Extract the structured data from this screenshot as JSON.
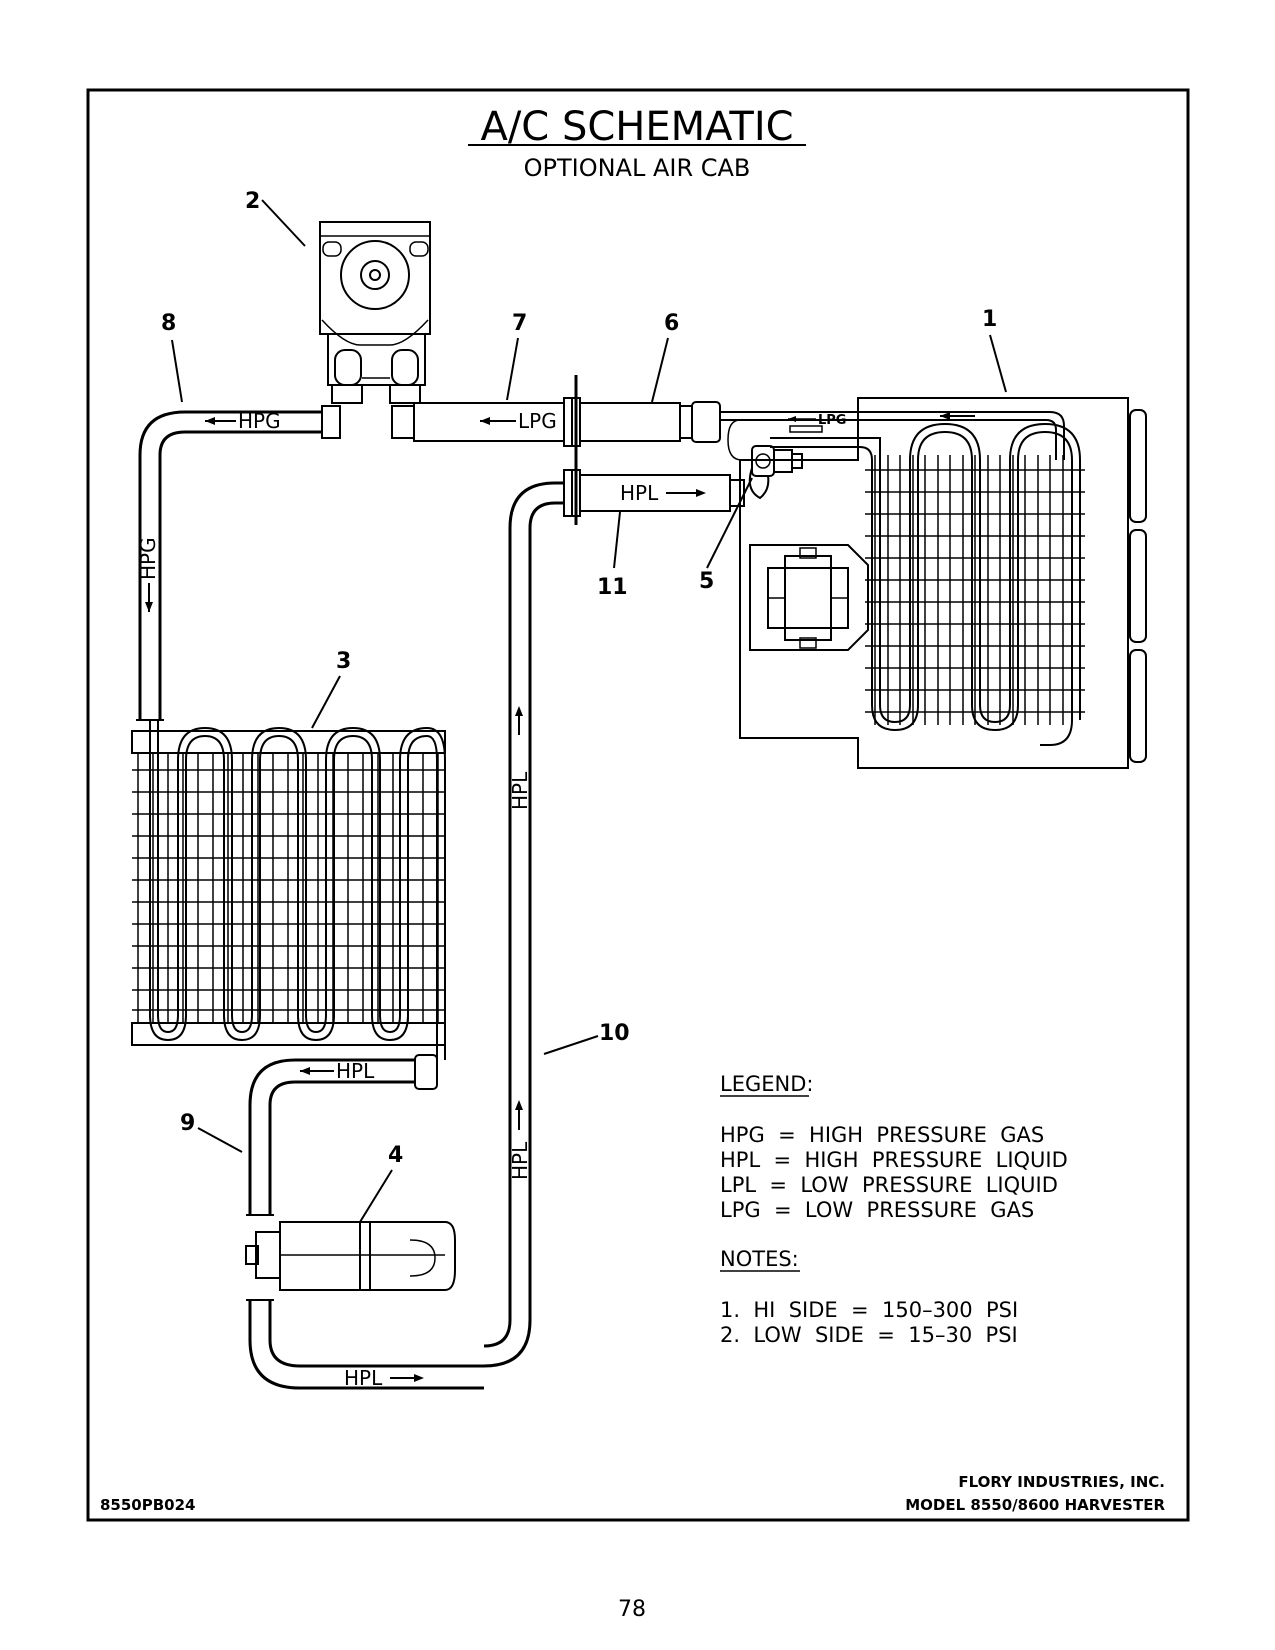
{
  "title": "A/C SCHEMATIC",
  "subtitle": "OPTIONAL AIR CAB",
  "callouts": [
    "1",
    "2",
    "3",
    "4",
    "5",
    "6",
    "7",
    "8",
    "9",
    "10",
    "11"
  ],
  "flow_labels": {
    "hpg_top": "HPG",
    "hpg_side": "HPG",
    "lpg_mid": "LPG",
    "lpg_small": "LPG",
    "hpl_top": "HPL",
    "hpl_vertical_upper": "HPL",
    "hpl_vertical_lower": "HPL",
    "hpl_cond_out": "HPL",
    "hpl_bottom": "HPL"
  },
  "legend": {
    "heading": "LEGEND:",
    "items": [
      "HPG  =  HIGH  PRESSURE  GAS",
      "HPL  =  HIGH  PRESSURE  LIQUID",
      "LPL  =  LOW  PRESSURE  LIQUID",
      "LPG  =  LOW  PRESSURE  GAS"
    ]
  },
  "notes": {
    "heading": "NOTES:",
    "items": [
      "1.  HI  SIDE  =  150–300  PSI",
      "2.  LOW  SIDE  =  15–30  PSI"
    ]
  },
  "footer": {
    "part_number": "8550PB024",
    "company": "FLORY INDUSTRIES, INC.",
    "model": "MODEL 8550/8600 HARVESTER"
  },
  "page_number": "78"
}
